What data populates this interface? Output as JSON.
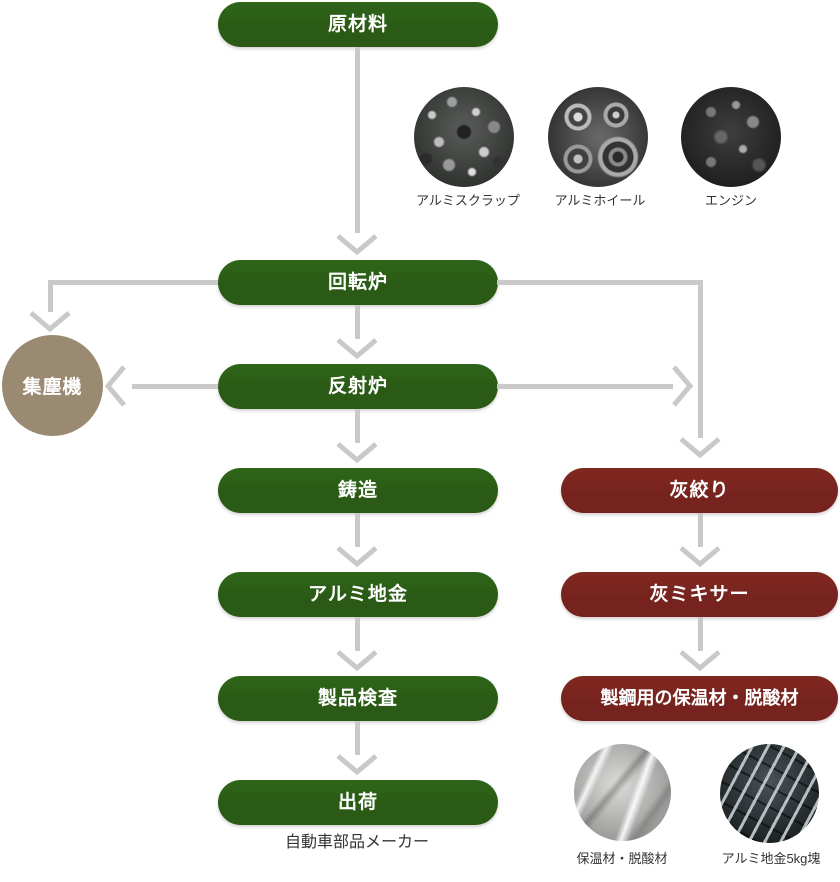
{
  "flow": {
    "main_steps": [
      {
        "label": "原材料"
      },
      {
        "label": "回転炉"
      },
      {
        "label": "反射炉"
      },
      {
        "label": "鋳造"
      },
      {
        "label": "アルミ地金"
      },
      {
        "label": "製品検査"
      },
      {
        "label": "出荷"
      }
    ],
    "byproduct_steps": [
      {
        "label": "灰絞り"
      },
      {
        "label": "灰ミキサー"
      },
      {
        "label": "製鋼用の保温材・脱酸材"
      }
    ],
    "dust_collector_label": "集塵機",
    "shipping_destination": "自動車部品メーカー"
  },
  "photos": {
    "raw_materials": [
      {
        "icon": "aluminum-scrap-photo",
        "label": "アルミスクラップ"
      },
      {
        "icon": "aluminum-wheel-photo",
        "label": "アルミホイール"
      },
      {
        "icon": "engine-photo",
        "label": "エンジン"
      }
    ],
    "products": [
      {
        "icon": "insulation-deoxidizer-photo",
        "label": "保温材・脱酸材"
      },
      {
        "icon": "aluminum-ingot-5kg-photo",
        "label": "アルミ地金5kg塊"
      }
    ]
  },
  "colors": {
    "main_pill": "#2a5a15",
    "byproduct_pill": "#76231f",
    "dust_circle": "#9a8a72",
    "arrow": "#c9c9c9",
    "caption_text": "#333333"
  }
}
